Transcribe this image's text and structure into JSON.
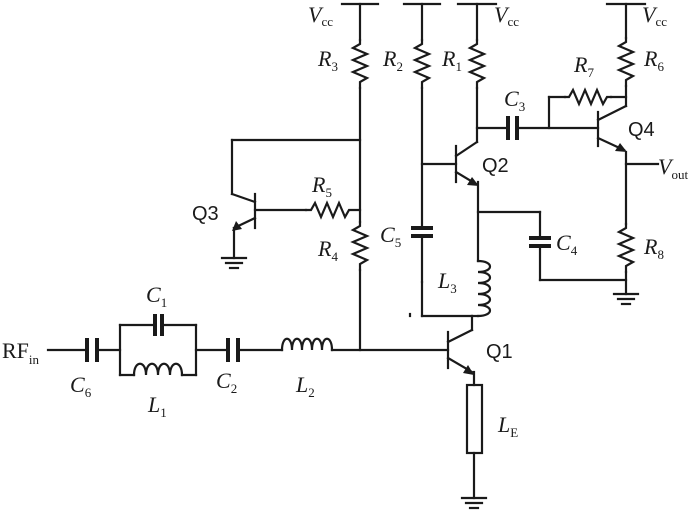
{
  "circuit": {
    "labels": {
      "vcc_main": "V",
      "vcc_main_sub": "cc",
      "vcc_q2": "V",
      "vcc_q2_sub": "cc",
      "vcc_q4": "V",
      "vcc_q4_sub": "cc",
      "vout": "V",
      "vout_sub": "out",
      "rfin": "RF",
      "rfin_sub": "in",
      "r1": "R",
      "r1_sub": "1",
      "r2": "R",
      "r2_sub": "2",
      "r3": "R",
      "r3_sub": "3",
      "r4": "R",
      "r4_sub": "4",
      "r5": "R",
      "r5_sub": "5",
      "r6": "R",
      "r6_sub": "6",
      "r7": "R",
      "r7_sub": "7",
      "r8": "R",
      "r8_sub": "8",
      "c1": "C",
      "c1_sub": "1",
      "c2": "C",
      "c2_sub": "2",
      "c3": "C",
      "c3_sub": "3",
      "c4": "C",
      "c4_sub": "4",
      "c5": "C",
      "c5_sub": "5",
      "c6": "C",
      "c6_sub": "6",
      "l1": "L",
      "l1_sub": "1",
      "l2": "L",
      "l2_sub": "2",
      "l3": "L",
      "l3_sub": "3",
      "le": "L",
      "le_sub": "E",
      "q1": "Q1",
      "q2": "Q2",
      "q3": "Q3",
      "q4": "Q4"
    }
  }
}
